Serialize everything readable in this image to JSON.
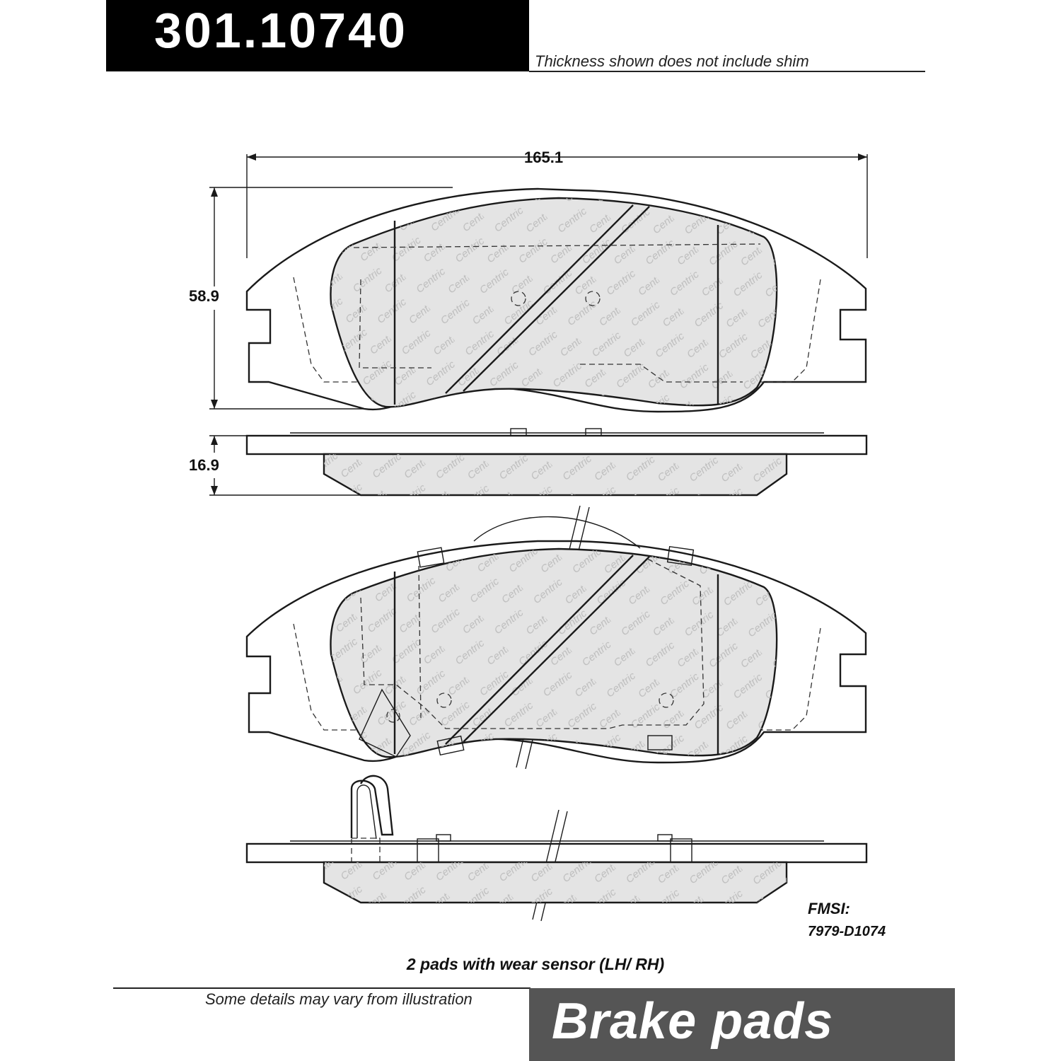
{
  "header": {
    "part_number": "301.10740",
    "shim_note": "Thickness shown does not include shim"
  },
  "dimensions": {
    "width": "165.1",
    "height": "58.9",
    "thickness": "16.9"
  },
  "watermark_text": "Centric",
  "fmsi": {
    "label": "FMSI:",
    "value": "7979-D1074"
  },
  "pads_note": "2 pads with wear sensor (LH/ RH)",
  "footer": {
    "details_note": "Some details may vary from illustration",
    "category": "Brake pads"
  },
  "colors": {
    "header_bg": "#000000",
    "footer_bg": "#555555",
    "friction_fill": "#e4e4e4",
    "line": "#1a1a1a"
  }
}
